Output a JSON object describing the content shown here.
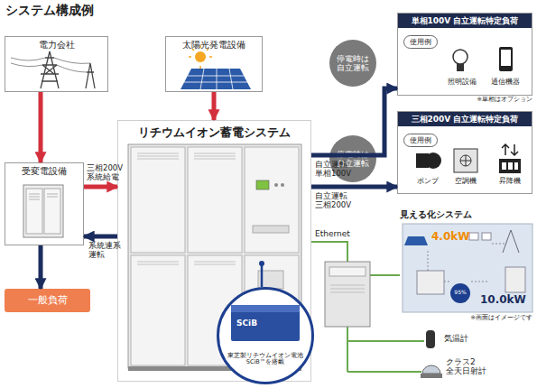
{
  "diagram": {
    "title": "システム構成例",
    "nodes": [
      {
        "text": [
          "電力会社"
        ]
      },
      {
        "text": [
          "太陽光発電設備"
        ]
      },
      {
        "text": [
          "リチウムイオン蓄電システム"
        ]
      },
      {
        "text": [
          "受変電設備"
        ]
      },
      {
        "text": [
          "一般負荷"
        ]
      },
      {
        "text": [
          "単相100V 自立運転特定負荷"
        ]
      },
      {
        "text": [
          "停電時は 自立運転"
        ]
      },
      {
        "text": [
          "使用例"
        ],
        "in": 5
      },
      {
        "text": [
          "三相200V 自立運転特定負荷"
        ]
      },
      {
        "text": [
          "停電時は 自立運転"
        ]
      },
      {
        "text": [
          "使用例"
        ],
        "in": 8
      },
      {
        "text": [
          "見える化システム"
        ]
      },
      {
        "text": [
          "東芝製リチウムイオン電池 SCiB™を搭載"
        ]
      }
    ],
    "edges": [
      {
        "from": 0,
        "to": 3,
        "arrow": "to"
      },
      {
        "from": 1,
        "to": 2,
        "arrow": "to"
      },
      {
        "from": 3,
        "to": 2,
        "label": "三相200V 系統給電",
        "arrow": "to"
      },
      {
        "from": 2,
        "to": 3,
        "label": "系統連系 運転",
        "arrow": "to"
      },
      {
        "from": 3,
        "to": 4,
        "arrow": "to"
      },
      {
        "from": 2,
        "to": 5,
        "label": "自立運転 単相100V",
        "arrow": "to"
      },
      {
        "from": 2,
        "to": 8,
        "label": "自立運転 三相200V",
        "arrow": "to"
      },
      {
        "from": 12,
        "to": 2,
        "arrow": "none"
      }
    ],
    "labels": [
      "照明設備",
      "通信機器",
      "※単相はオプション",
      "ポンプ",
      "空調機",
      "昇降機",
      "Ethernet",
      "4.0kW",
      "10.0kW",
      "95%",
      "※画面はイメージです",
      "気温計",
      "クラス2 全天日射計",
      "SCiB"
    ]
  }
}
